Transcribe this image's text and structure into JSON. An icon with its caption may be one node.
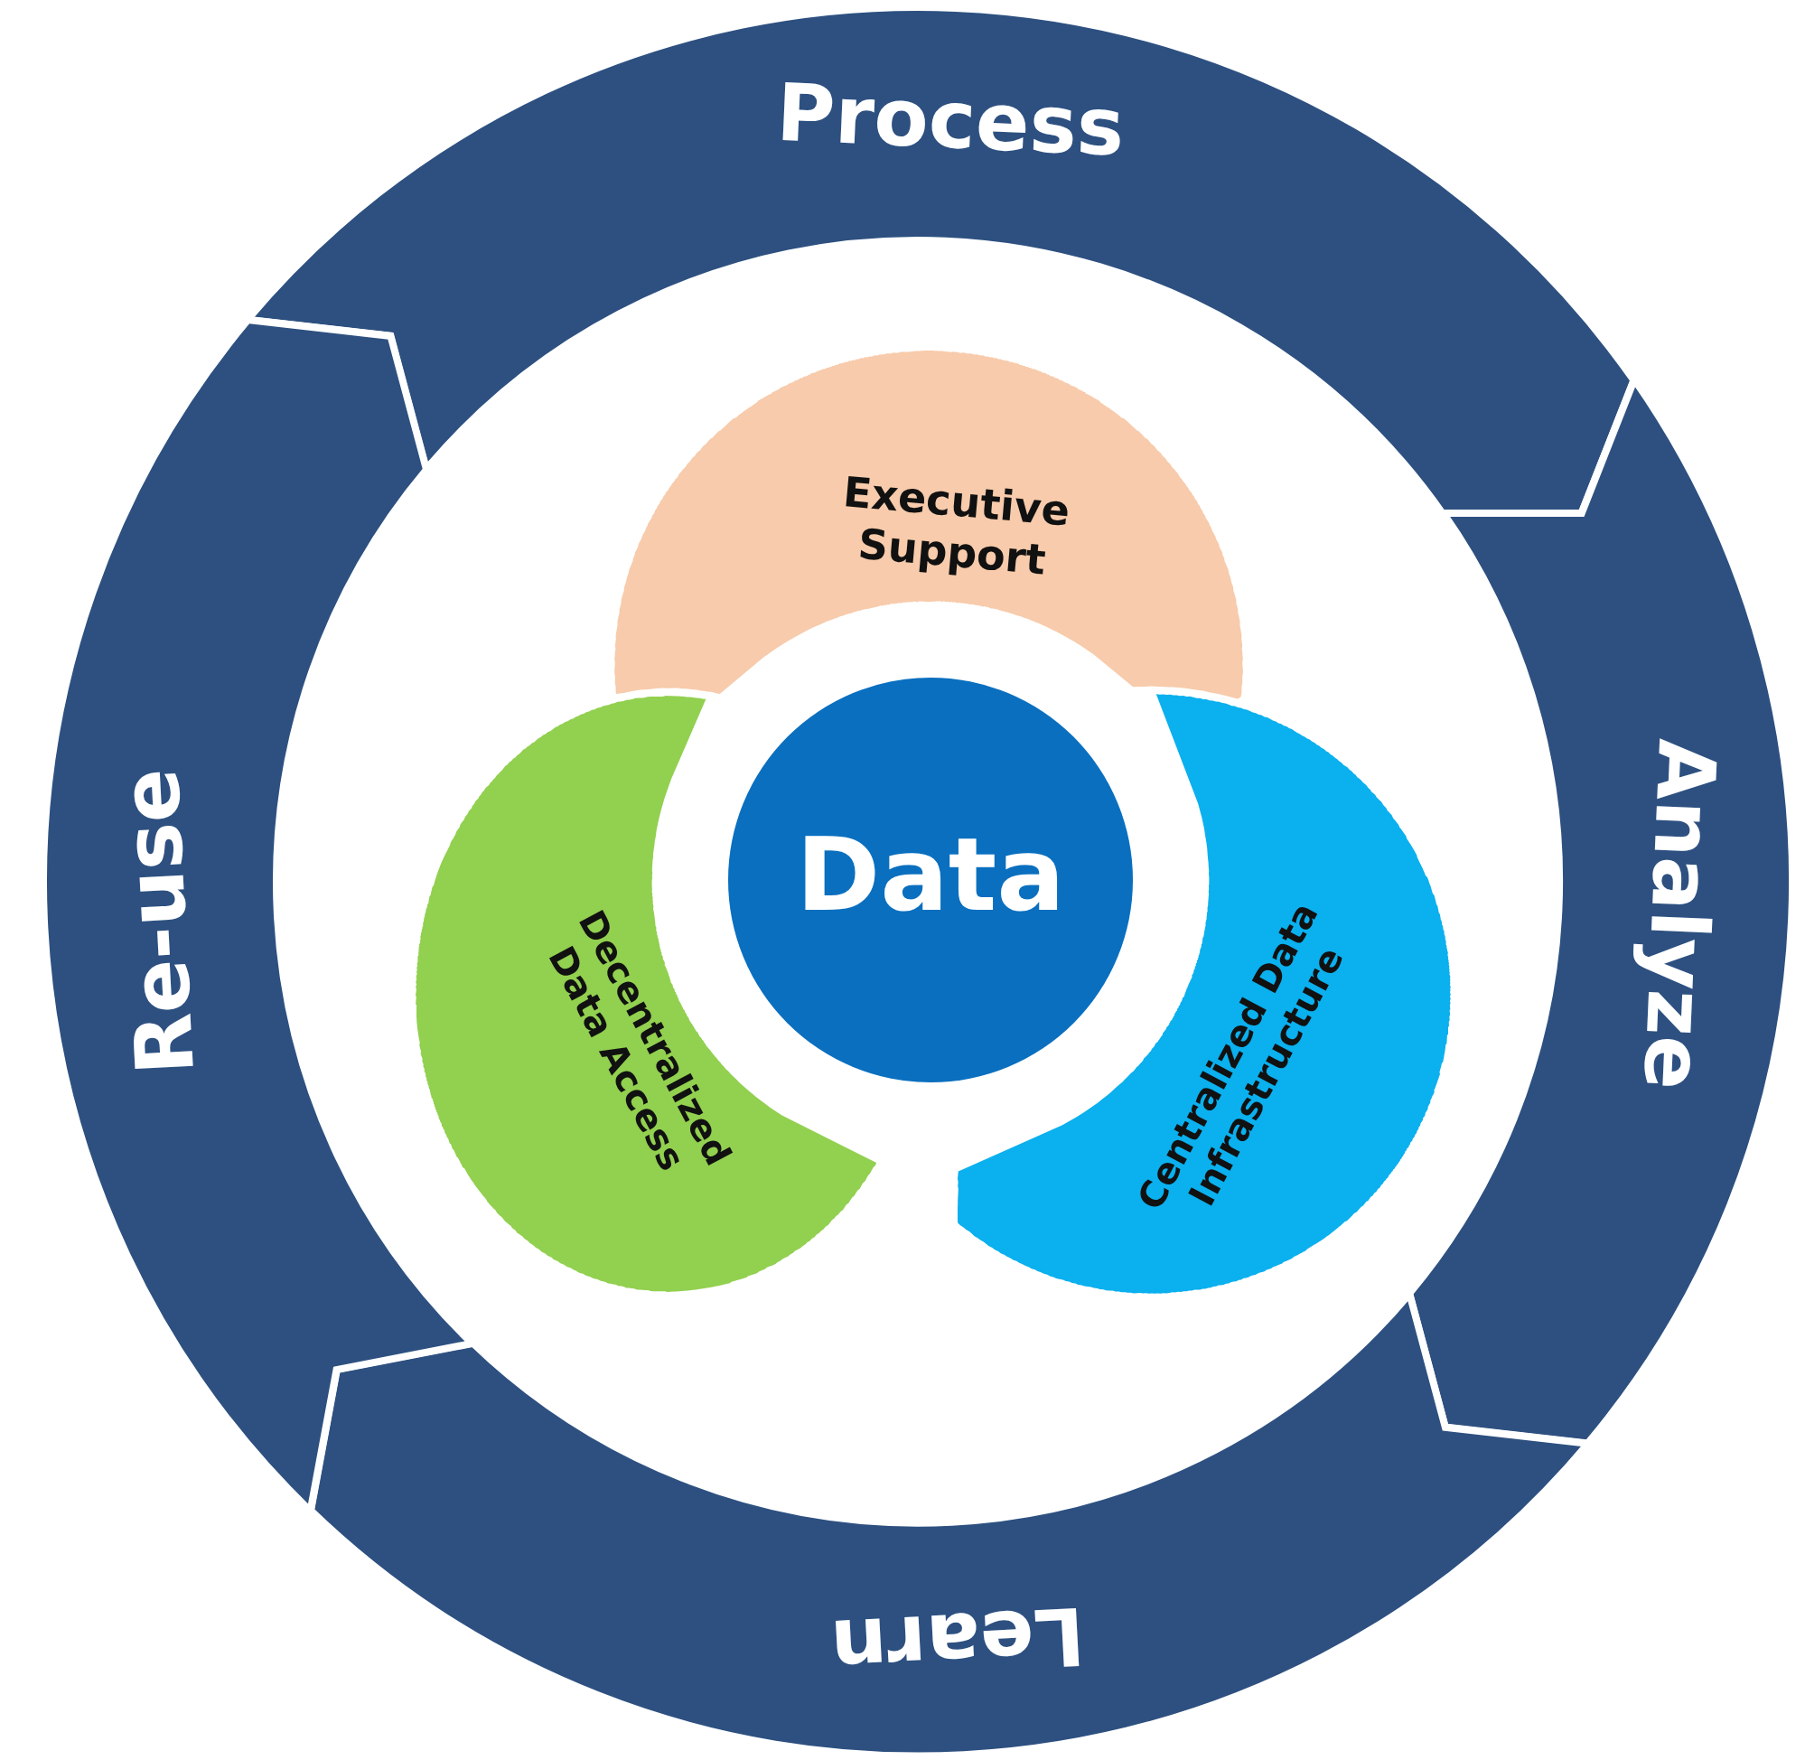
{
  "diagram": {
    "nodes": [
      {
        "text": [
          "Process"
        ]
      },
      {
        "text": [
          "Analyze"
        ]
      },
      {
        "text": [
          "Learn"
        ]
      },
      {
        "text": [
          "Re-use"
        ]
      },
      {
        "text": [
          "Executive Support"
        ]
      },
      {
        "text": [
          "Decentralized Data Access"
        ]
      },
      {
        "text": [
          "Centralized Data Infrastructure"
        ]
      },
      {
        "text": [
          "Data"
        ]
      }
    ]
  }
}
